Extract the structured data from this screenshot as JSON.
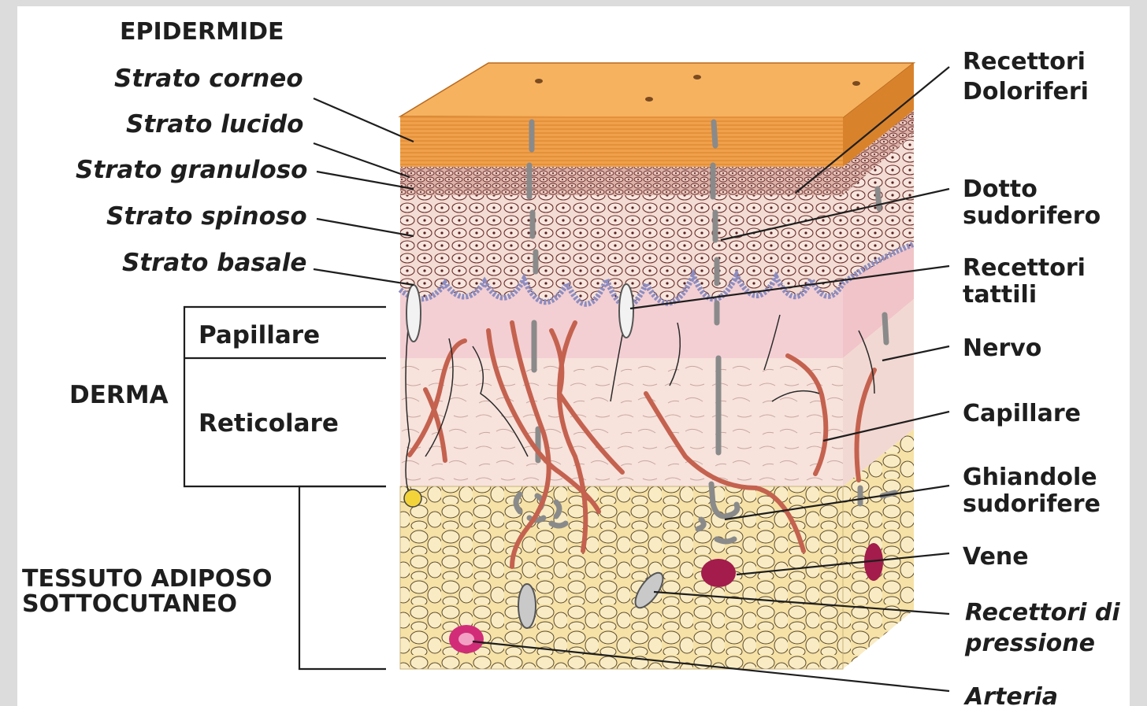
{
  "colors": {
    "corneo": "#f0a04a",
    "corneo_top": "#f6b25e",
    "corneo_side": "#d9822c",
    "cells": "#f3dcd3",
    "basal": "#8c8cc0",
    "papillare": "#f3cfd3",
    "reticolare": "#f7e2dc",
    "adiposo": "#f6e2a6",
    "capillare": "#c4624f",
    "vene": "#a31c4c",
    "arteria": "#d22c78",
    "gray": "#8a8a8a",
    "ink": "#1e1e1e"
  },
  "labels": {
    "epidermide": "EPIDERMIDE",
    "strato_corneo": "Strato corneo",
    "strato_lucido": "Strato lucido",
    "strato_granuloso": "Strato granuloso",
    "strato_spinoso": "Strato spinoso",
    "strato_basale": "Strato basale",
    "papillare": "Papillare",
    "derma": "DERMA",
    "reticolare": "Reticolare",
    "tessuto_1": "TESSUTO ADIPOSO",
    "tessuto_2": "SOTTOCUTANEO",
    "recettori_dolo_1": "Recettori",
    "recettori_dolo_2": "Doloriferi",
    "dotto_1": "Dotto",
    "dotto_2": "sudorifero",
    "recettori_tatt_1": "Recettori",
    "recettori_tatt_2": "tattili",
    "nervo": "Nervo",
    "capillare": "Capillare",
    "ghiandole_1": "Ghiandole",
    "ghiandole_2": "sudorifere",
    "vene": "Vene",
    "recettori_press_1": "Recettori di",
    "recettori_press_2": "pressione",
    "arteria": "Arteria"
  }
}
